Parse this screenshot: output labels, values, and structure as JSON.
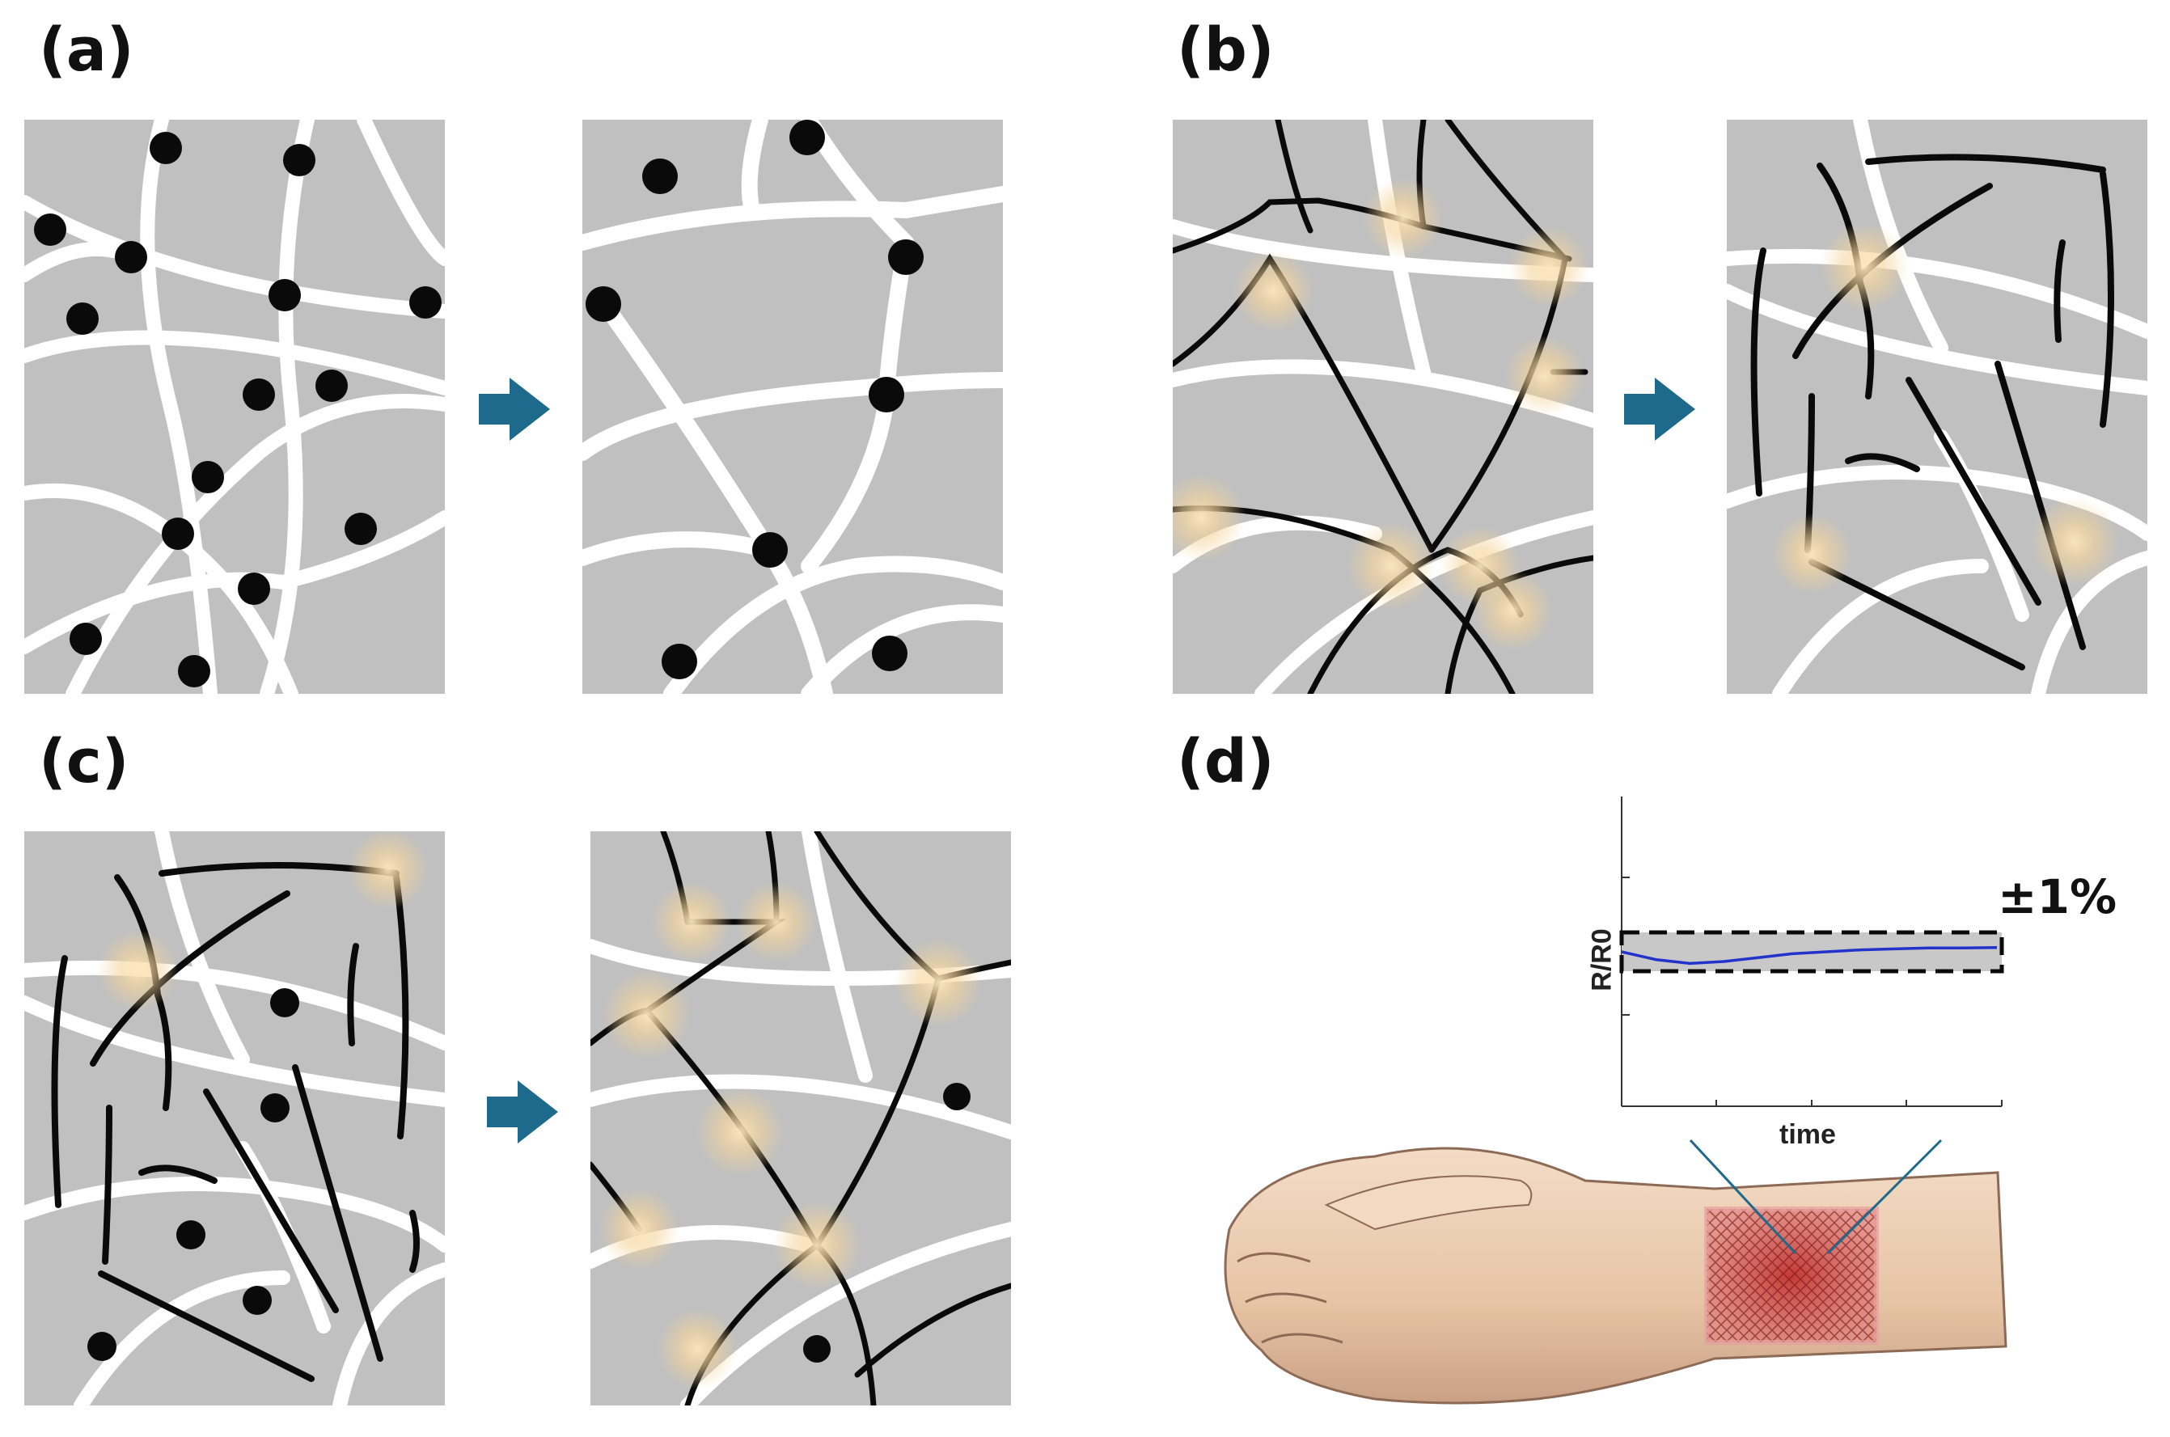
{
  "panels": {
    "a": {
      "label": "(a)"
    },
    "b": {
      "label": "(b)"
    },
    "c": {
      "label": "(c)"
    },
    "d": {
      "label": "(d)"
    }
  },
  "inset_chart": {
    "ylabel": "R/R0",
    "xlabel": "time",
    "tolerance_label": "±1%"
  },
  "colors": {
    "matrix_gray": "#c0c0c0",
    "crack_white": "#ffffff",
    "particle_black": "#0a0a0a",
    "arrow_blue": "#1d6a8c",
    "glow": "#f5d9a0",
    "trace_blue": "#2233cc",
    "band_gray": "#c8c8c8",
    "patch_red": "#b83a36"
  },
  "chart_data": {
    "type": "line",
    "title": "",
    "xlabel": "time",
    "ylabel": "R/R0",
    "series": [
      {
        "values": [
          0.0,
          -0.4,
          -0.6,
          -0.5,
          -0.3,
          -0.1,
          0.0,
          0.1,
          0.15,
          0.2,
          0.2,
          0.22
        ]
      }
    ],
    "band": {
      "label": "±1%",
      "range": [
        -1,
        1
      ]
    },
    "grid": false
  }
}
